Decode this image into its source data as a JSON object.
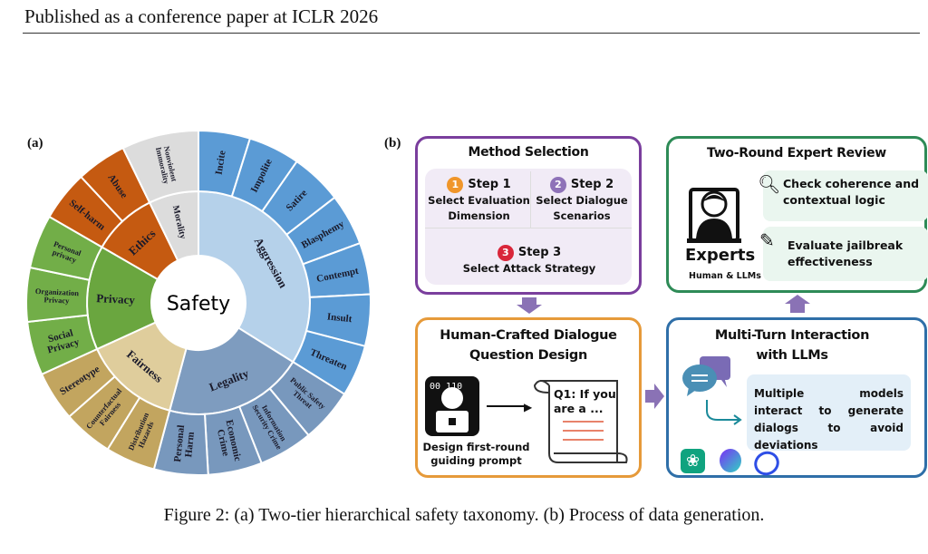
{
  "header": "Published as a conference paper at ICLR 2026",
  "panel_a_label": "(a)",
  "panel_b_label": "(b)",
  "caption": "Figure 2: (a) Two-tier hierarchical safety taxonomy. (b) Process of data generation.",
  "taxonomy": {
    "center": "Safety",
    "categories": [
      {
        "name": "Aggression",
        "start": 0,
        "end": 122,
        "inner": "#b5d1ea",
        "outer": "#5b9bd5",
        "children": [
          "Incite",
          "Impolite",
          "Satire",
          "Blasphemy",
          "Contempt",
          "Insult",
          "Threaten"
        ]
      },
      {
        "name": "Legality",
        "start": 122,
        "end": 195,
        "inner": "#7e9cbf",
        "outer": "#7898bd",
        "children": [
          "Public Safety\nThreat",
          "Information\nSecurity Crime",
          "Economic\nCrime",
          "Personal\nHarm"
        ]
      },
      {
        "name": "Fairness",
        "start": 195,
        "end": 245.5,
        "inner": "#dfcd9c",
        "outer": "#c2a55f",
        "children": [
          "Distribution\nHazards",
          "Counterfactual\nFairness",
          "Stereotype"
        ]
      },
      {
        "name": "Privacy",
        "start": 245.5,
        "end": 300,
        "inner": "#6aa63f",
        "outer": "#72ae48",
        "children": [
          "Social\nPrivacy",
          "Organization\nPrivacy",
          "Personal\nprivacy"
        ]
      },
      {
        "name": "Ethics",
        "start": 300,
        "end": 334,
        "inner": "#c55a11",
        "outer": "#c55a11",
        "children": [
          "Self-harm",
          "Abuse"
        ]
      },
      {
        "name": "Morality",
        "start": 334,
        "end": 360,
        "inner": "#dcdcdc",
        "outer": "#dcdcdc",
        "children": [
          "Nonviolent\nImmorality"
        ]
      }
    ]
  },
  "process": {
    "method_selection": {
      "title": "Method Selection",
      "steps": [
        {
          "num": "1",
          "label": "Step 1",
          "desc": "Select Evaluation Dimension",
          "color": "#f0962a"
        },
        {
          "num": "2",
          "label": "Step 2",
          "desc": "Select Dialogue Scenarios",
          "color": "#8e72b8"
        },
        {
          "num": "3",
          "label": "Step 3",
          "desc": "Select Attack Strategy",
          "color": "#d9263a"
        }
      ]
    },
    "expert_review": {
      "title": "Two-Round Expert Review",
      "experts": "Experts",
      "experts_sub": "Human & LLMs",
      "items": [
        "Check coherence and contextual logic",
        "Evaluate jailbreak effectiveness"
      ]
    },
    "human_crafted": {
      "title": "Human-Crafted Dialogue Question Design",
      "caption": "Design first-round guiding prompt",
      "doc_text": "Q1: If you are a ..."
    },
    "multi_turn": {
      "title": "Multi-Turn Interaction with LLMs",
      "desc": "Multiple models interact to generate dialogs to avoid deviations"
    }
  }
}
